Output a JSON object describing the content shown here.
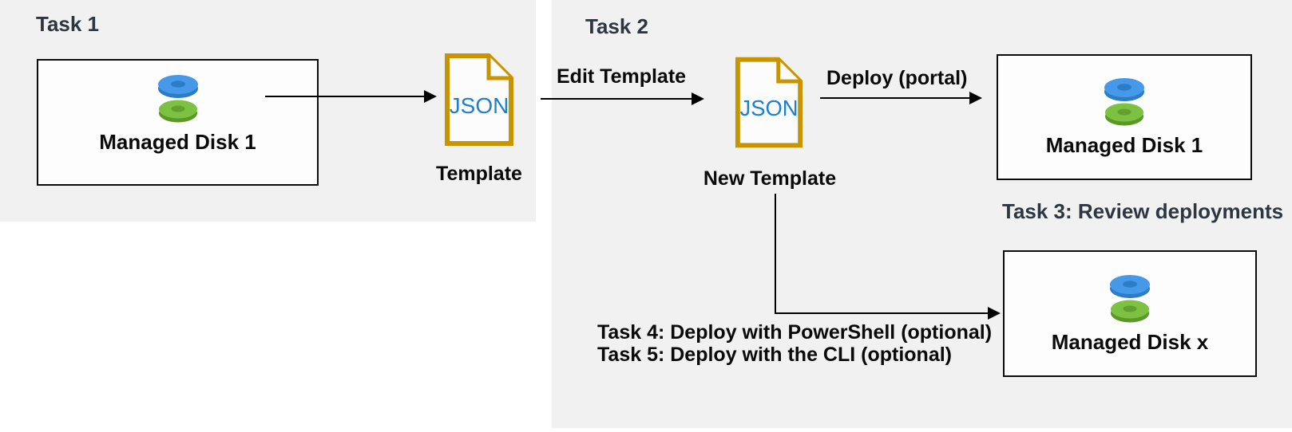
{
  "headings": {
    "task1": "Task 1",
    "task2": "Task 2"
  },
  "nodes": {
    "source_disk": {
      "label": "Managed Disk 1"
    },
    "template": {
      "file_type": "JSON",
      "caption": "Template"
    },
    "new_template": {
      "file_type": "JSON",
      "caption": "New Template"
    },
    "deployed_disk": {
      "label": "Managed Disk 1"
    },
    "optional_disk": {
      "label": "Managed Disk x"
    }
  },
  "arrows": {
    "edit_template": {
      "label": "Edit Template"
    },
    "deploy_portal": {
      "label": "Deploy (portal)"
    }
  },
  "annotations": {
    "task3": "Task 3: Review deployments",
    "task4": "Task 4: Deploy with PowerShell (optional)",
    "task5": "Task 5: Deploy with the CLI (optional)"
  },
  "icons": {
    "disk": "managed-disk-icon",
    "file": "json-file-icon"
  },
  "colors": {
    "panel_bg": "#F1F1F1",
    "box_bg": "#FDFDFD",
    "box_border": "#0c0c0c",
    "heading_text": "#2E3741",
    "label_text": "#0a0a0a",
    "json_border": "#C89502",
    "json_text": "#1B80D2",
    "disk_blue_top": "#4599E8",
    "disk_blue_side": "#2D7DC6",
    "disk_green_top": "#7CC142",
    "disk_green_side": "#5C9826",
    "arrow": "#000000"
  }
}
